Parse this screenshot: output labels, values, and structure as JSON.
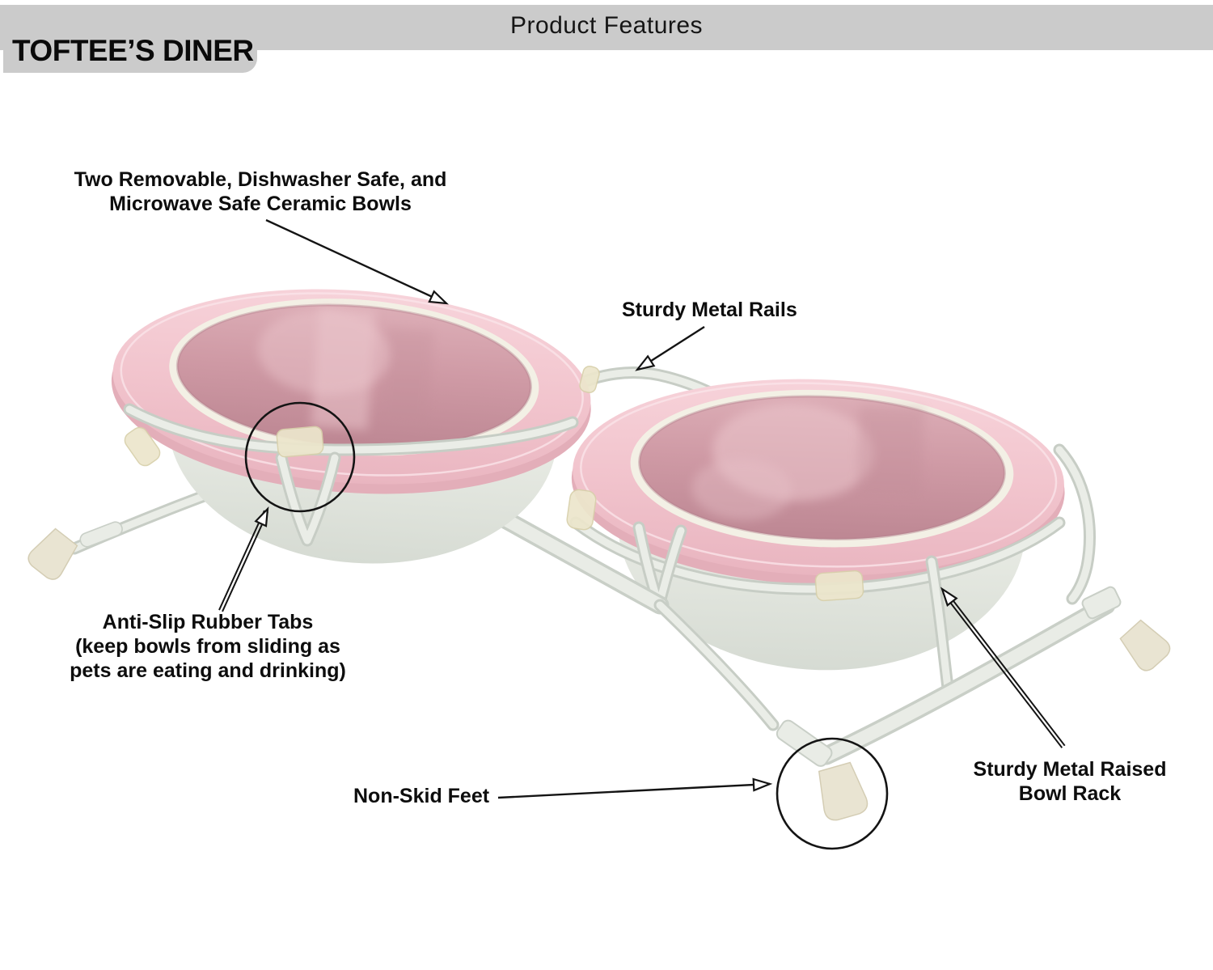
{
  "header": {
    "brand": "TOFTEE’S DINER",
    "title": "Product Features"
  },
  "labels": {
    "bowls": {
      "line1": "Two Removable, Dishwasher Safe, and",
      "line2": "Microwave Safe Ceramic Bowls"
    },
    "rails": {
      "text": "Sturdy Metal Rails"
    },
    "antislip": {
      "line1": "Anti-Slip Rubber Tabs",
      "line2": "(keep bowls from sliding as",
      "line3": "pets are eating and drinking)"
    },
    "nonskid": {
      "text": "Non-Skid Feet"
    },
    "rack": {
      "line1": "Sturdy Metal Raised",
      "line2": "Bowl Rack"
    }
  },
  "colors": {
    "banner_gray": "#cbcbcb",
    "text_black": "#0d0d0d",
    "bowl_rim_pink": "#f1c3cc",
    "bowl_interior_pink": "#cf9aa5",
    "ceramic_white": "#edefe9",
    "rack_white": "#e9ece6",
    "rubber_cream": "#ece6cc",
    "background": "#ffffff"
  }
}
